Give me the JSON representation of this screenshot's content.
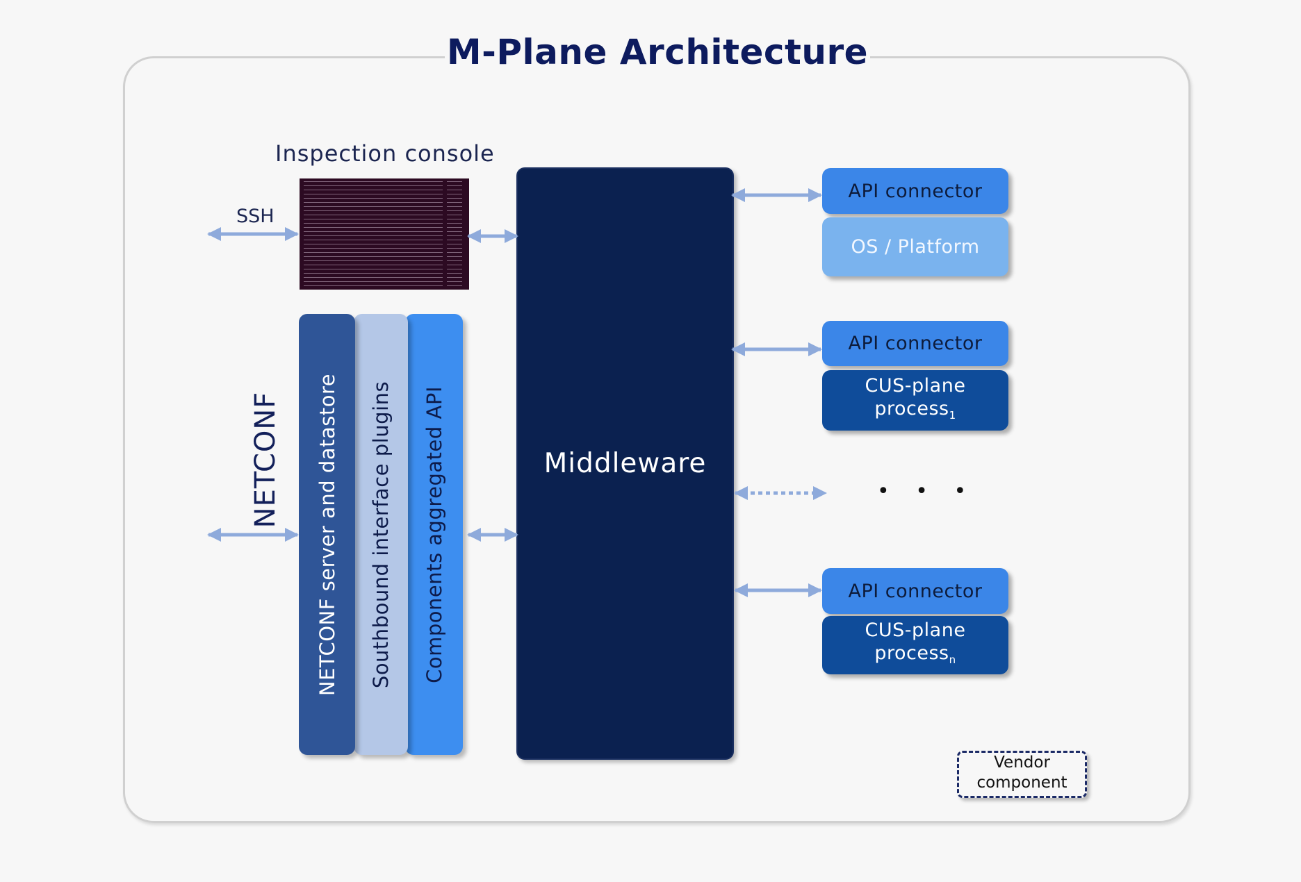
{
  "title": "M-Plane Architecture",
  "inspection_console": {
    "label": "Inspection console"
  },
  "ssh_label": "SSH",
  "netconf_label": "NETCONF",
  "columns": [
    {
      "label": "NETCONF server and datastore"
    },
    {
      "label": "Southbound interface plugins"
    },
    {
      "label": "Components aggregated API"
    }
  ],
  "middleware": "Middleware",
  "right_stack": [
    {
      "connector": "API connector",
      "component": "OS / Platform"
    },
    {
      "connector": "API connector",
      "component": "CUS-plane",
      "component_line2": "process",
      "subscript": "1"
    },
    {
      "connector": "API connector",
      "component": "CUS-plane",
      "component_line2": "process",
      "subscript": "n"
    }
  ],
  "ellipsis": "• • •",
  "legend": {
    "line1": "Vendor",
    "line2": "component"
  },
  "colors": {
    "title": "#0d1b5e",
    "middleware": "#0b2150",
    "netconf_server": "#2f5597",
    "southbound": "#b4c7e7",
    "aggregated_api": "#3d8ef0",
    "api_connector": "#3b86e8",
    "os_platform": "#7ab3ee",
    "cus_plane": "#0f4c9a",
    "arrow": "#8eaadb"
  }
}
